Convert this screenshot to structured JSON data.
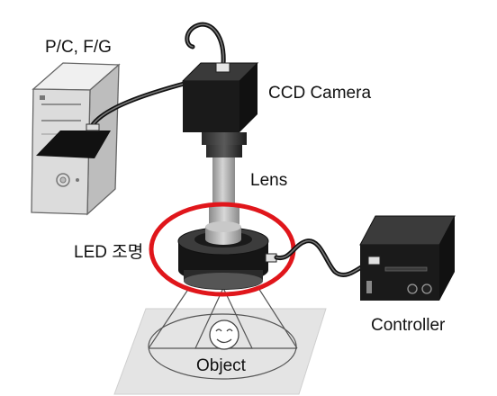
{
  "labels": {
    "pc": "P/C, F/G",
    "camera": "CCD  Camera",
    "lens": "Lens",
    "led": "LED 조명",
    "controller": "Controller",
    "object": "Object"
  },
  "colors": {
    "highlight_ring": "#e0161b",
    "device_dark": "#1c1c1c",
    "pc_body": "#dcdcdc",
    "lens_gray": "#a8a8a8",
    "floor": "#e2e2e2"
  },
  "icons": {
    "object_face": "smiley-face-icon"
  }
}
